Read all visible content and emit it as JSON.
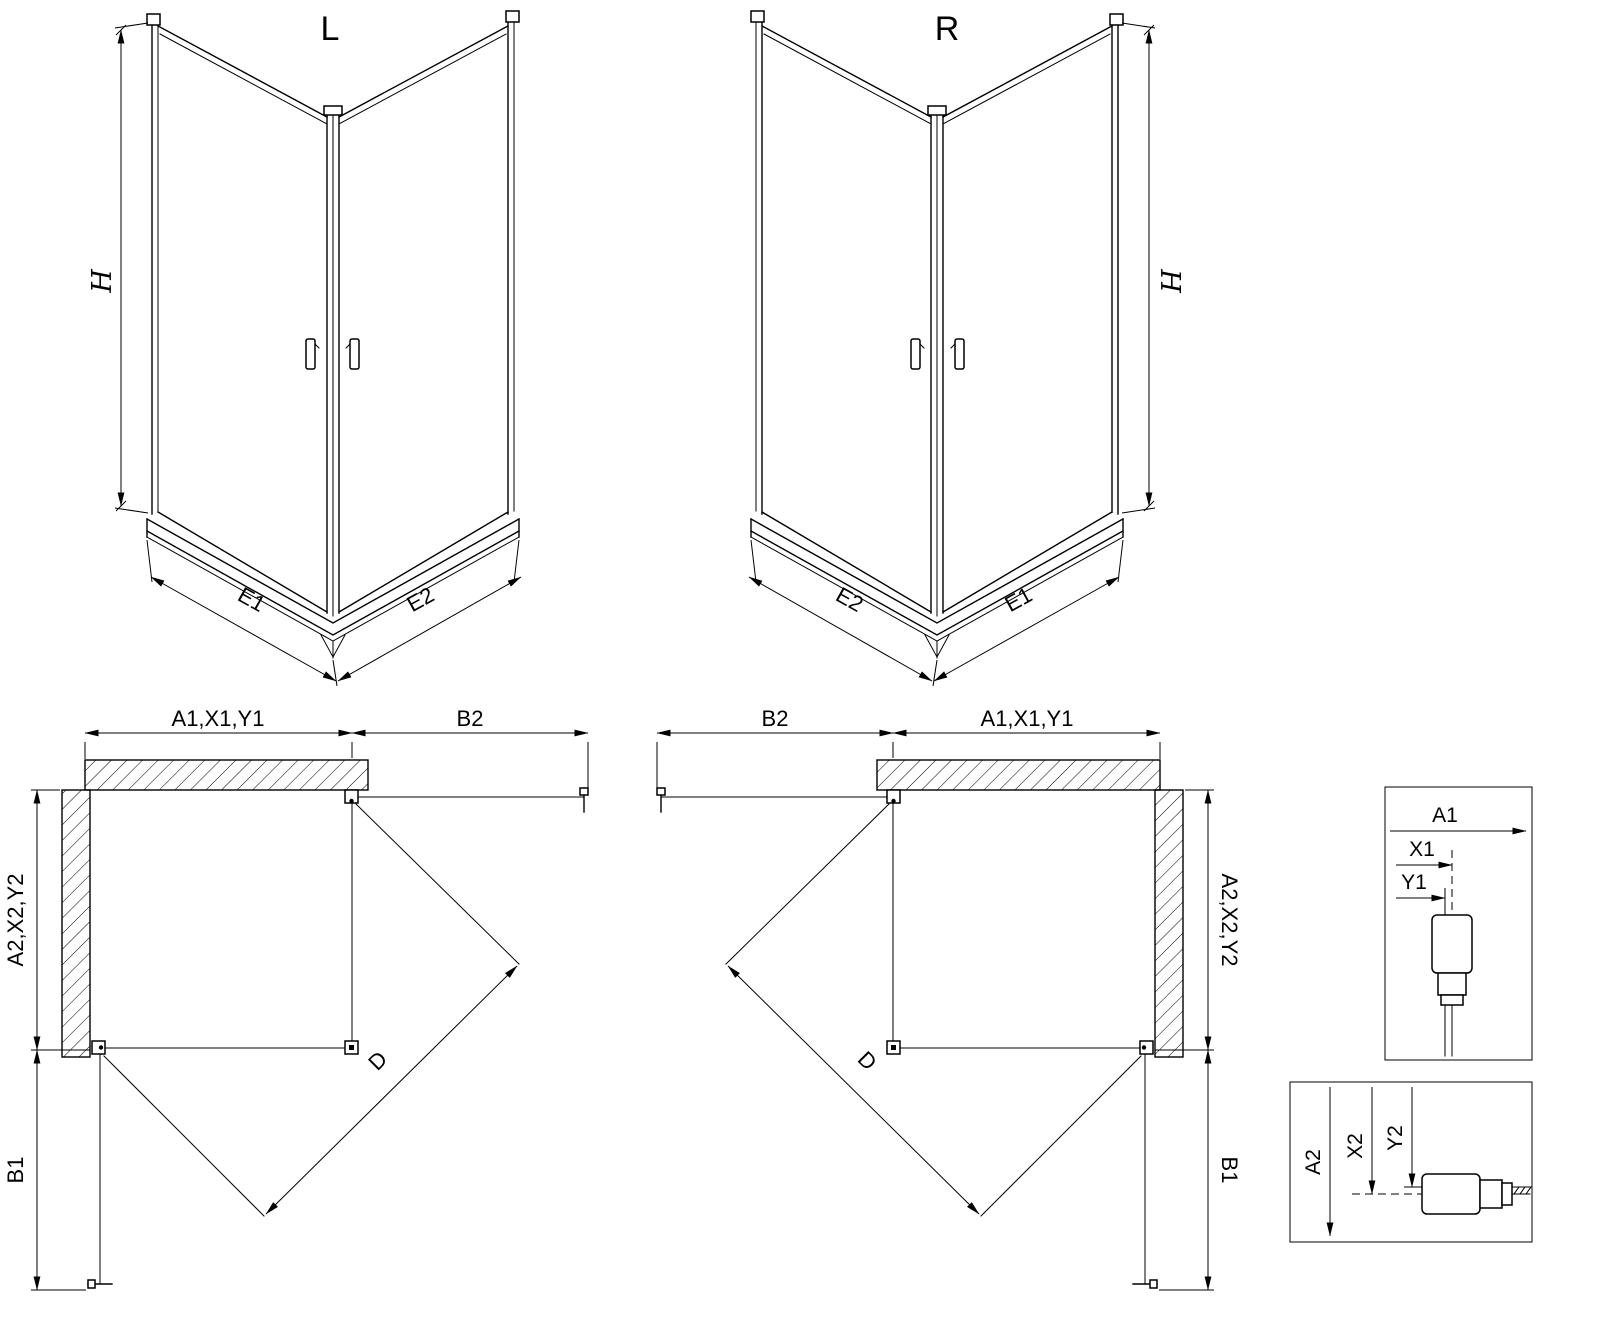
{
  "drawing": {
    "background": "#ffffff",
    "line_color": "#000000"
  },
  "perspective_left": {
    "label": "L",
    "height_dim": "H",
    "base_left_dim": "E1",
    "base_right_dim": "E2"
  },
  "perspective_right": {
    "label": "R",
    "height_dim": "H",
    "base_left_dim": "E2",
    "base_right_dim": "E1"
  },
  "plan_left": {
    "top_width_dim": "A1,X1,Y1",
    "top_door_dim": "B2",
    "side_depth_dim": "A2,X2,Y2",
    "side_door_dim": "B1",
    "diagonal_dim": "D"
  },
  "plan_right": {
    "top_door_dim": "B2",
    "top_width_dim": "A1,X1,Y1",
    "side_depth_dim": "A2,X2,Y2",
    "side_door_dim": "B1",
    "diagonal_dim": "D"
  },
  "detail_top": {
    "dim_a": "A1",
    "dim_x": "X1",
    "dim_y": "Y1"
  },
  "detail_bottom": {
    "dim_a": "A2",
    "dim_x": "X2",
    "dim_y": "Y2"
  }
}
